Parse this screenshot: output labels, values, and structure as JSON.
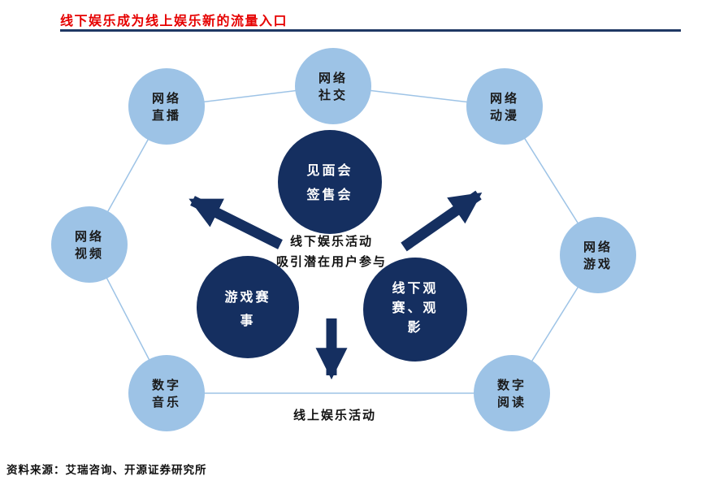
{
  "header": {
    "title": "线下娱乐成为线上娱乐新的流量入口"
  },
  "diagram": {
    "outer_nodes": {
      "live": {
        "line1": "网络",
        "line2": "直播"
      },
      "social": {
        "line1": "网络",
        "line2": "社交"
      },
      "anime": {
        "line1": "网络",
        "line2": "动漫"
      },
      "video": {
        "line1": "网络",
        "line2": "视频"
      },
      "game": {
        "line1": "网络",
        "line2": "游戏"
      },
      "music": {
        "line1": "数字",
        "line2": "音乐"
      },
      "reading": {
        "line1": "数字",
        "line2": "阅读"
      }
    },
    "inner_nodes": {
      "meetup": {
        "line1": "见面会",
        "line2": "签售会"
      },
      "esports": {
        "line1": "游戏赛",
        "line2": "事"
      },
      "offline_viewing": {
        "line1": "线下观",
        "line2": "赛、观",
        "line3": "影"
      }
    },
    "center_caption": {
      "line1": "线下娱乐活动",
      "line2": "吸引潜在用户参与"
    },
    "bottom_caption": "线上娱乐活动"
  },
  "footer": {
    "source": "资料来源：艾瑞咨询、开源证券研究所"
  },
  "colors": {
    "accent_red": "#e60000",
    "dark_navy": "#152f60",
    "rule_navy": "#1f3864",
    "light_blue": "#9dc3e6",
    "text_black": "#111111",
    "inner_text_white": "#ffffff"
  }
}
